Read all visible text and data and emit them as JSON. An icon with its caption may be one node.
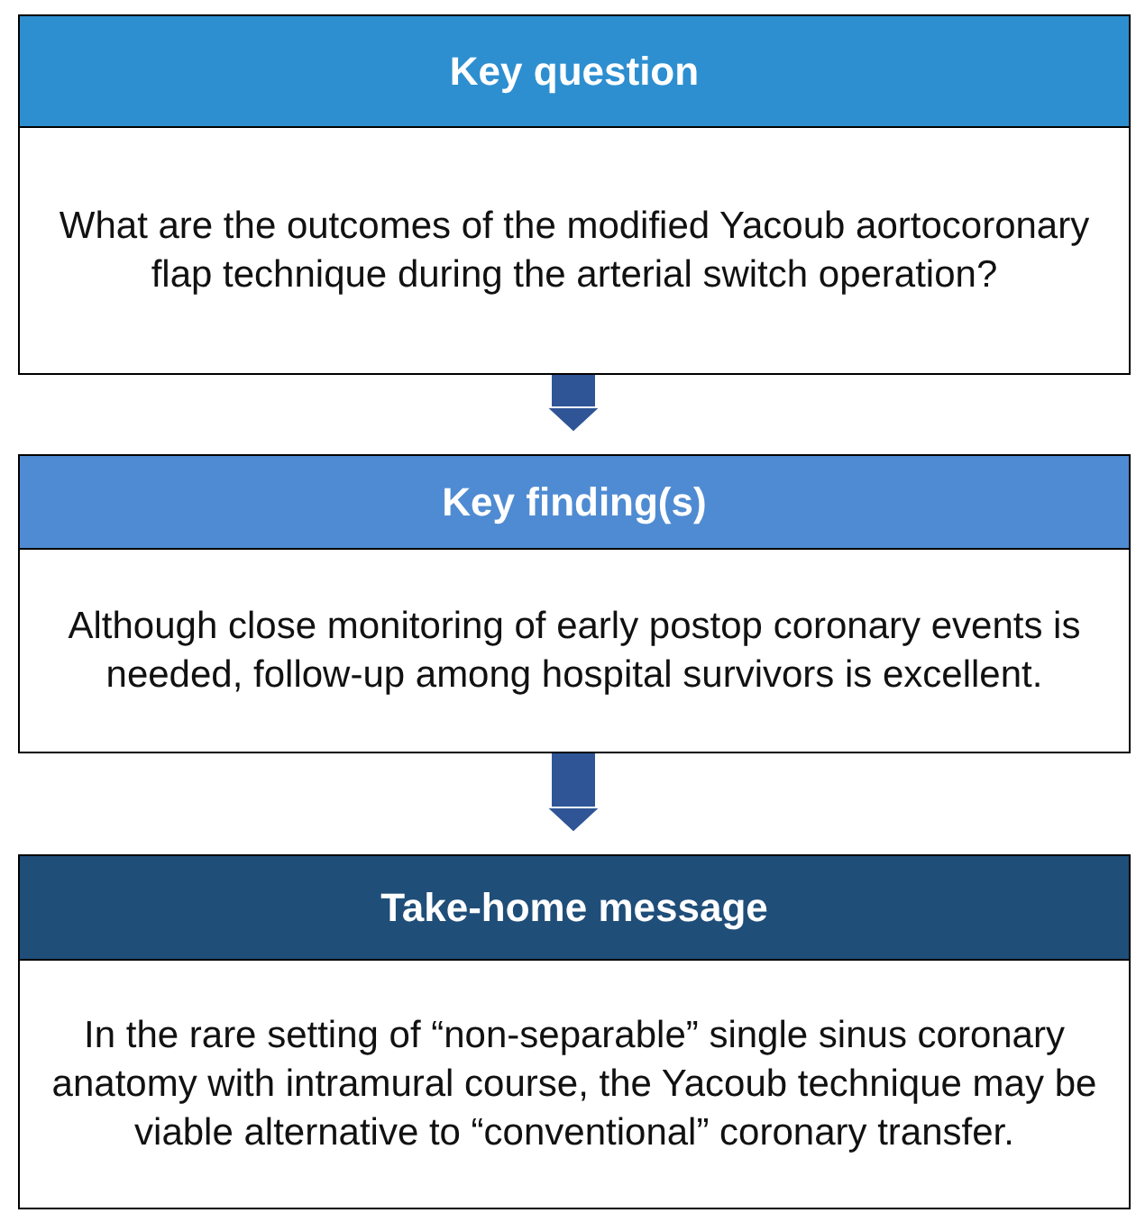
{
  "diagram": {
    "nodes": [
      {
        "text": [
          "Key question",
          "What are the outcomes of the modified Yacoub aortocoronary flap technique during the arterial switch operation?"
        ]
      },
      {
        "text": [
          "Key finding(s)",
          "Although close monitoring of early postop coronary events is needed, follow-up among hospital survivors is excellent."
        ]
      },
      {
        "text": [
          "Take-home message",
          "In the rare setting of “non-separable” single sinus coronary anatomy with intramural course, the Yacoub technique may be viable alternative to “conventional” coronary transfer."
        ]
      }
    ],
    "edges": [
      {
        "from": 0,
        "to": 1,
        "arrow": "to"
      },
      {
        "from": 1,
        "to": 2,
        "arrow": "to"
      }
    ]
  }
}
